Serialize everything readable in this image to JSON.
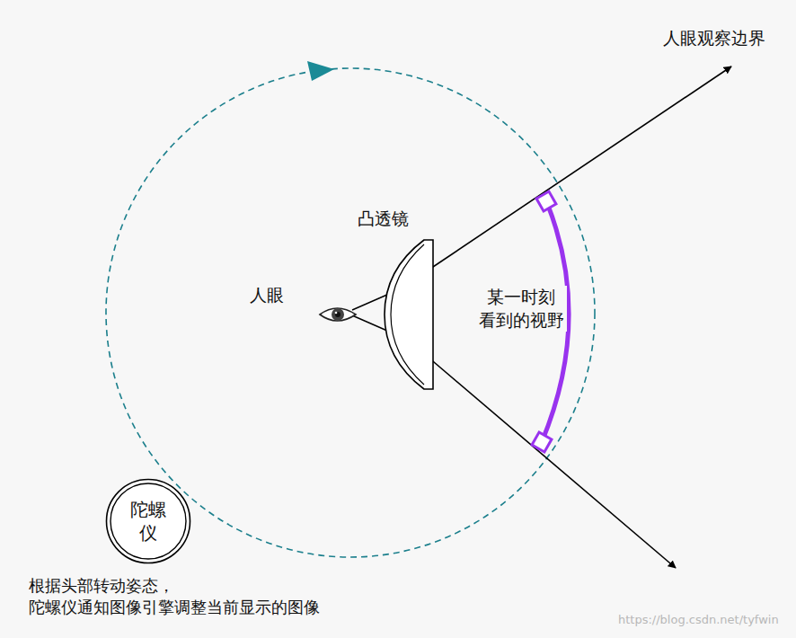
{
  "diagram": {
    "nodes": [
      {
        "text": [
          "陀螺仪"
        ]
      }
    ],
    "labels": [
      "人眼观察边界",
      "凸透镜",
      "人眼",
      "某一时刻 看到的视野",
      "根据头部转动姿态， 陀螺仪通知图像引擎调整当前显示的图像",
      "https://blog.csdn.net/tyfwin"
    ]
  }
}
